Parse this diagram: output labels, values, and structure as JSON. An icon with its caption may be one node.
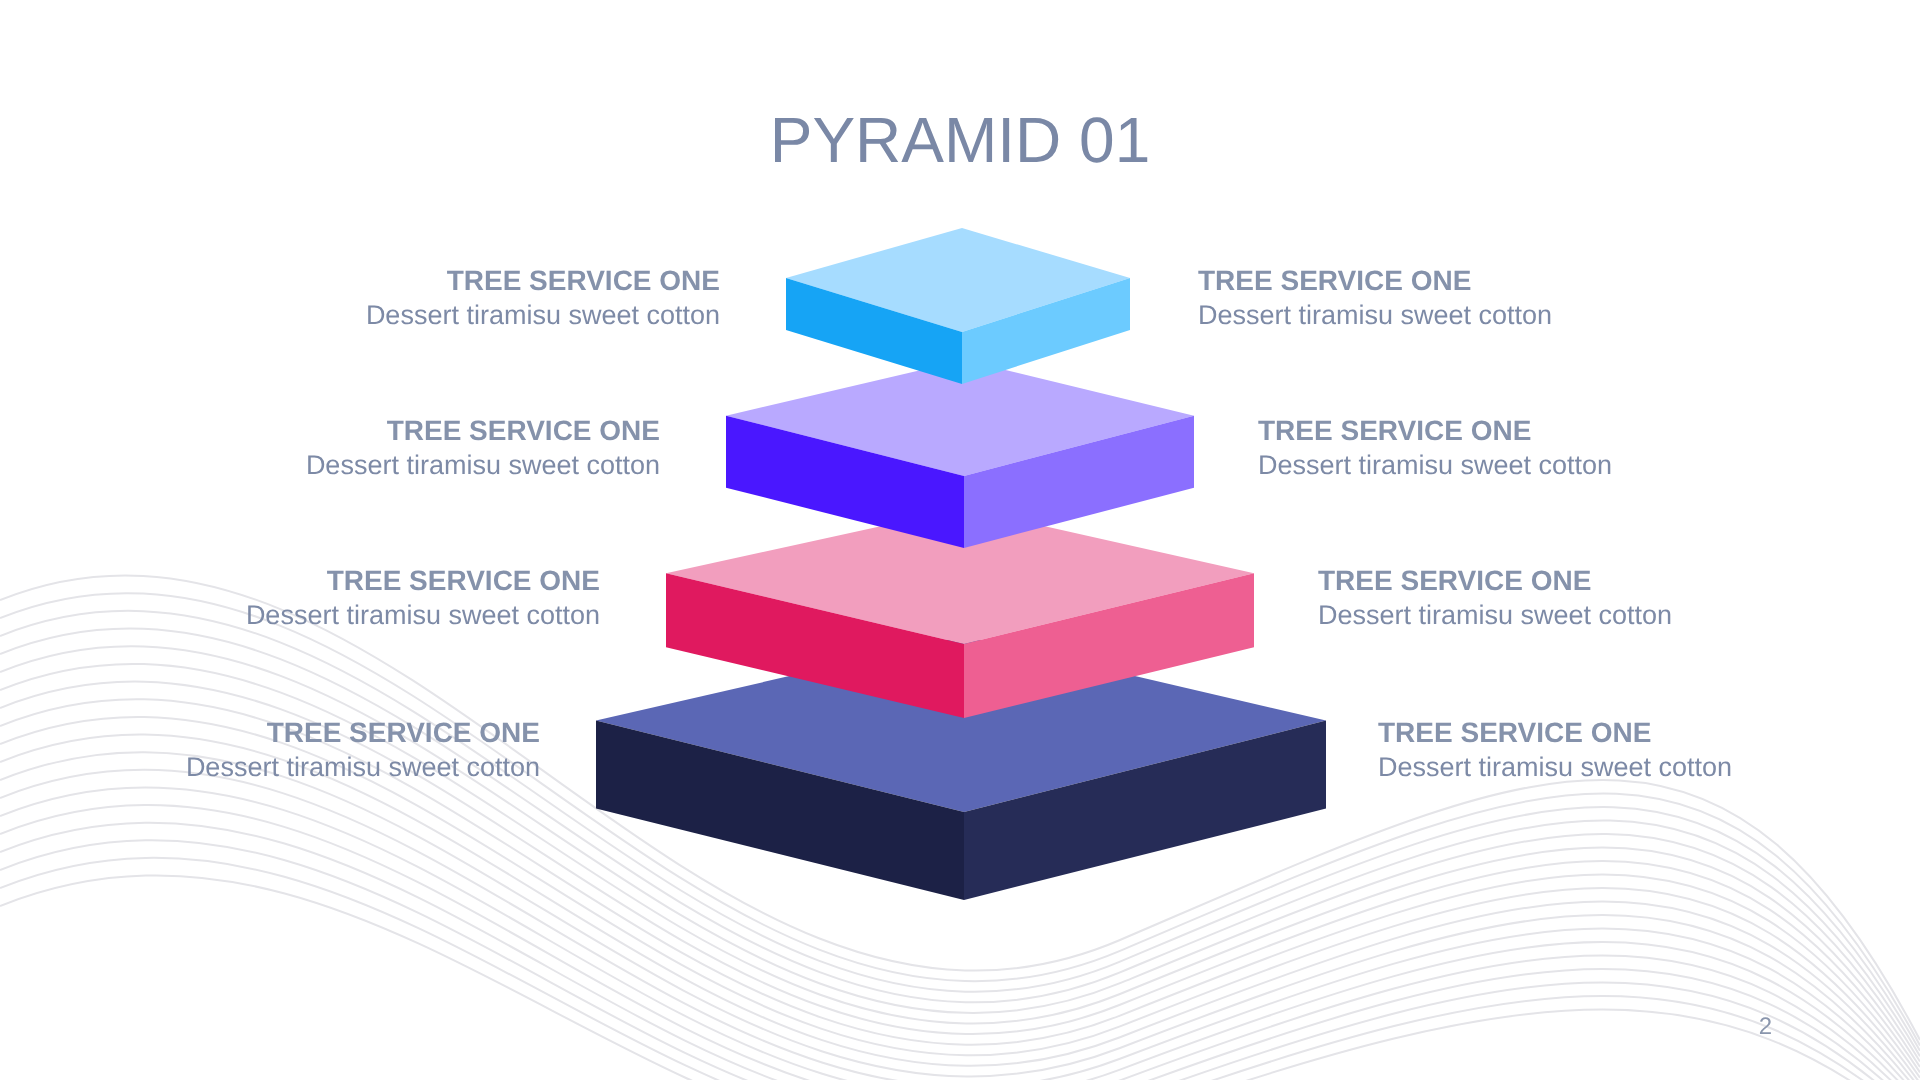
{
  "diagram": {
    "title": "PYRAMID 01",
    "nodes": [
      {
        "text": [],
        "shape": "box",
        "beside": [
          "TREE SERVICE ONE",
          "Dessert tiramisu sweet cotton",
          "TREE SERVICE ONE",
          "Dessert tiramisu sweet cotton"
        ]
      },
      {
        "text": [],
        "shape": "box",
        "beside": [
          "TREE SERVICE ONE",
          "Dessert tiramisu sweet cotton",
          "TREE SERVICE ONE",
          "Dessert tiramisu sweet cotton"
        ]
      },
      {
        "text": [],
        "shape": "box",
        "beside": [
          "TREE SERVICE ONE",
          "Dessert tiramisu sweet cotton",
          "TREE SERVICE ONE",
          "Dessert tiramisu sweet cotton"
        ]
      },
      {
        "text": [],
        "shape": "box",
        "beside": [
          "TREE SERVICE ONE",
          "Dessert tiramisu sweet cotton",
          "TREE SERVICE ONE",
          "Dessert tiramisu sweet cotton"
        ]
      }
    ],
    "labels": [
      "2"
    ]
  }
}
